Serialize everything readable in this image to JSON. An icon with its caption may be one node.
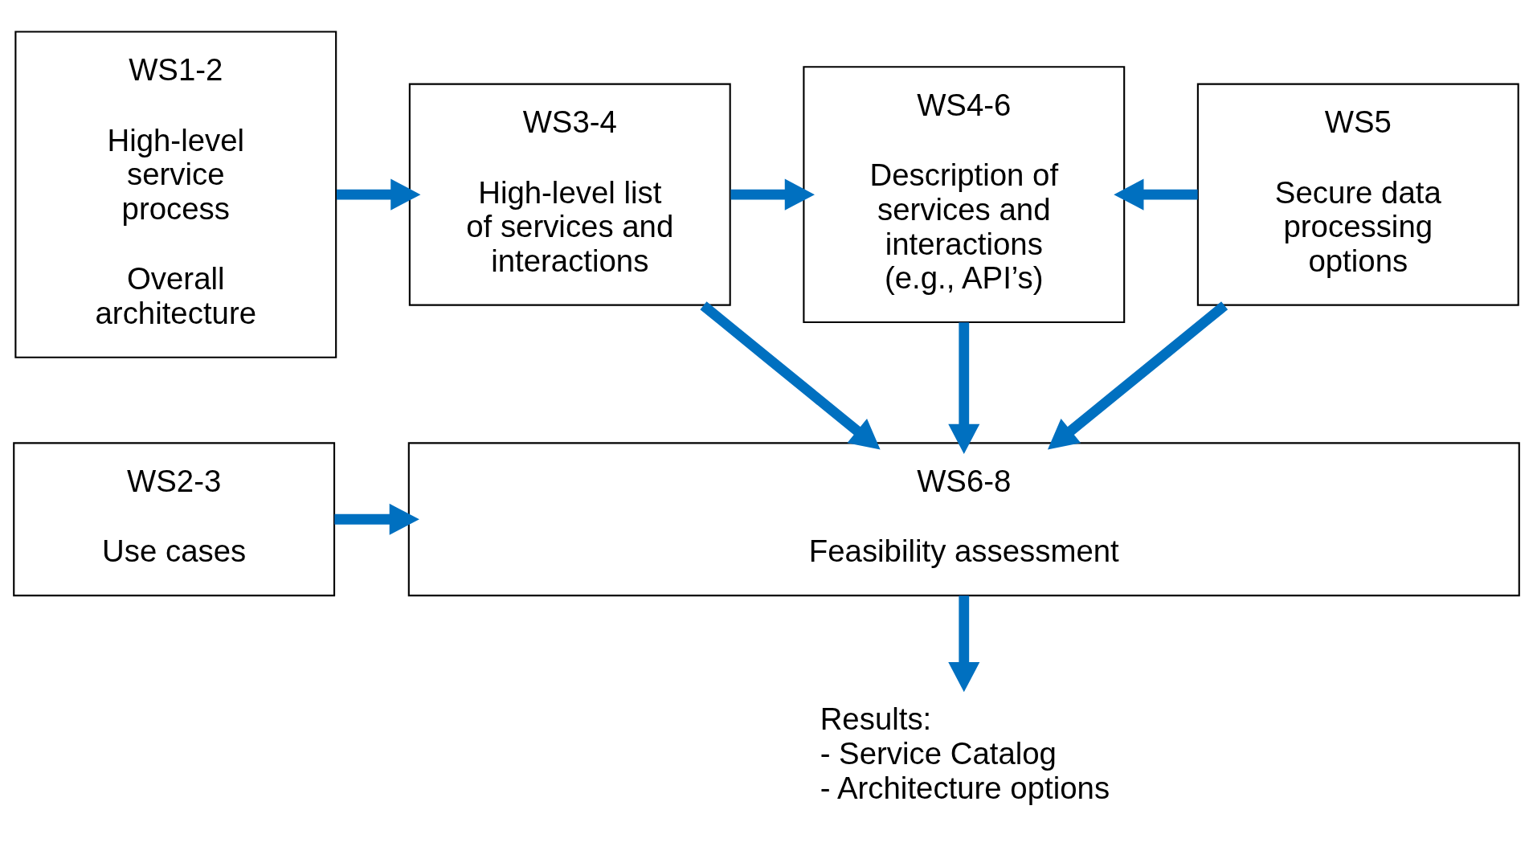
{
  "diagram": {
    "nodes": [
      {
        "text": [
          "WS1-2",
          "High-level service process",
          "Overall architecture"
        ]
      },
      {
        "text": [
          "WS3-4",
          "High-level list of services and interactions"
        ]
      },
      {
        "text": [
          "WS4-6",
          "Description of services and interactions (e.g., API’s)"
        ]
      },
      {
        "text": [
          "WS5",
          "Secure data processing options"
        ]
      },
      {
        "text": [
          "WS2-3",
          "Use cases"
        ]
      },
      {
        "text": [
          "WS6-8",
          "Feasibility assessment"
        ]
      },
      {
        "text": [
          "Results:",
          "- Service Catalog",
          "- Architecture options"
        ]
      }
    ],
    "edges": [
      {
        "from": 0,
        "to": 1,
        "arrow": "to"
      },
      {
        "from": 1,
        "to": 2,
        "arrow": "to"
      },
      {
        "from": 3,
        "to": 2,
        "arrow": "to"
      },
      {
        "from": 1,
        "to": 5,
        "arrow": "to"
      },
      {
        "from": 2,
        "to": 5,
        "arrow": "to"
      },
      {
        "from": 3,
        "to": 5,
        "arrow": "to"
      },
      {
        "from": 4,
        "to": 5,
        "arrow": "to"
      },
      {
        "from": 5,
        "to": 6,
        "arrow": "to"
      }
    ]
  }
}
